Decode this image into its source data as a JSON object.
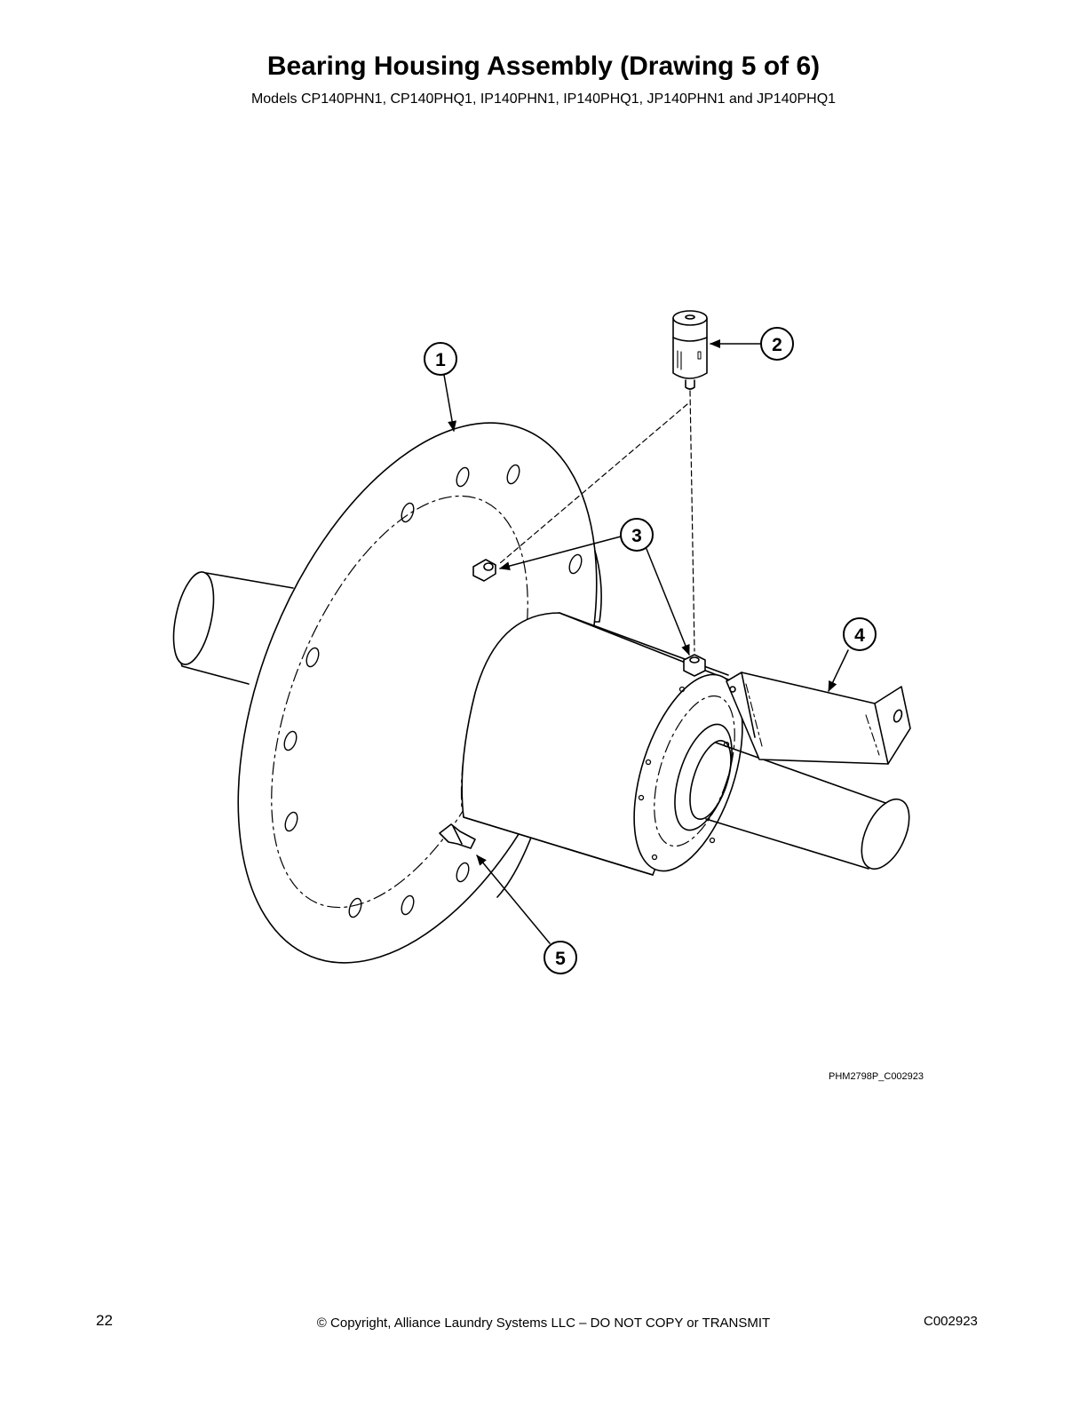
{
  "header": {
    "title": "Bearing Housing Assembly (Drawing 5 of 6)",
    "subtitle": "Models CP140PHN1, CP140PHQ1, IP140PHN1, IP140PHQ1, JP140PHN1 and JP140PHQ1"
  },
  "drawing": {
    "callouts": [
      "1",
      "2",
      "3",
      "4",
      "5"
    ],
    "drawing_id": "PHM2798P_C002923"
  },
  "footer": {
    "page_number": "22",
    "copyright": "© Copyright, Alliance Laundry Systems LLC – DO NOT COPY or TRANSMIT",
    "doc_code": "C002923"
  }
}
